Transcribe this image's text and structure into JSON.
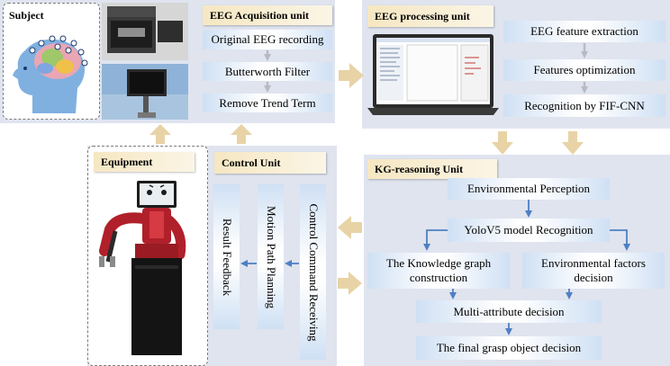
{
  "subject": {
    "title": "Subject"
  },
  "acquisition": {
    "title": "EEG Acquisition unit",
    "steps": [
      "Original EEG recording",
      "Butterworth Filter",
      "Remove Trend Term"
    ]
  },
  "processing": {
    "title": "EEG processing unit",
    "steps": [
      "EEG feature extraction",
      "Features optimization",
      "Recognition by FIF-CNN"
    ]
  },
  "equipment": {
    "title": "Equipment"
  },
  "control": {
    "title": "Control Unit",
    "steps": [
      "Control Command Receiving",
      "Motion Path Planning",
      "Result Feedback"
    ]
  },
  "kg": {
    "title": "KG-reasoning Unit",
    "perception": "Environmental Perception",
    "yolo": "YoloV5 model Recognition",
    "kg_line1": "The Knowledge graph",
    "kg_line2": "construction",
    "env_line1": "Environmental factors",
    "env_line2": "decision",
    "multi": "Multi-attribute decision",
    "final": "The final grasp object decision"
  },
  "colors": {
    "panel": "#dfe4ef",
    "title_bg": "#f6e7c2",
    "arrow_gold": "#e8d3a6",
    "arrow_blue": "#4f7fc3",
    "robot_red": "#b0202a"
  }
}
